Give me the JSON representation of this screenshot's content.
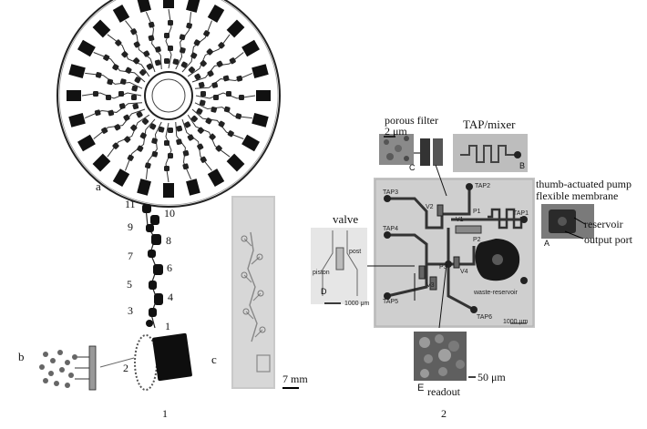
{
  "figure1": {
    "panel_a": "a",
    "panel_b": "b",
    "panel_c": "c",
    "chamber_numbers": [
      "11",
      "10",
      "9",
      "8",
      "7",
      "6",
      "5",
      "4",
      "3",
      "1",
      "2"
    ],
    "scale_bar": "7 mm",
    "caption_number": "1"
  },
  "figure2": {
    "caption_number": "2",
    "porous_filter": {
      "title": "porous filter",
      "scale": "2 μm",
      "tag": "C"
    },
    "tap_mixer": {
      "title": "TAP/mixer",
      "tag": "B"
    },
    "pump": {
      "line1": "thumb-actuated pump",
      "line2": "flexible membrane",
      "reservoir": "reservoir",
      "output": "output port",
      "tag": "A"
    },
    "valve": {
      "title": "valve",
      "post": "post",
      "piston": "piston",
      "scale": "1000 μm",
      "tag": "D"
    },
    "chip": {
      "taps": [
        "TAP2",
        "TAP3",
        "TAP1",
        "TAP4",
        "TAP5",
        "TAP6"
      ],
      "valves": [
        "V2",
        "V1",
        "V4",
        "V3"
      ],
      "ports": [
        "P1",
        "P2",
        "P3"
      ],
      "waste": "waste-reservoir",
      "scale": "1000 μm"
    },
    "readout": {
      "tag": "E",
      "title": "readout",
      "scale": "50 μm"
    }
  }
}
